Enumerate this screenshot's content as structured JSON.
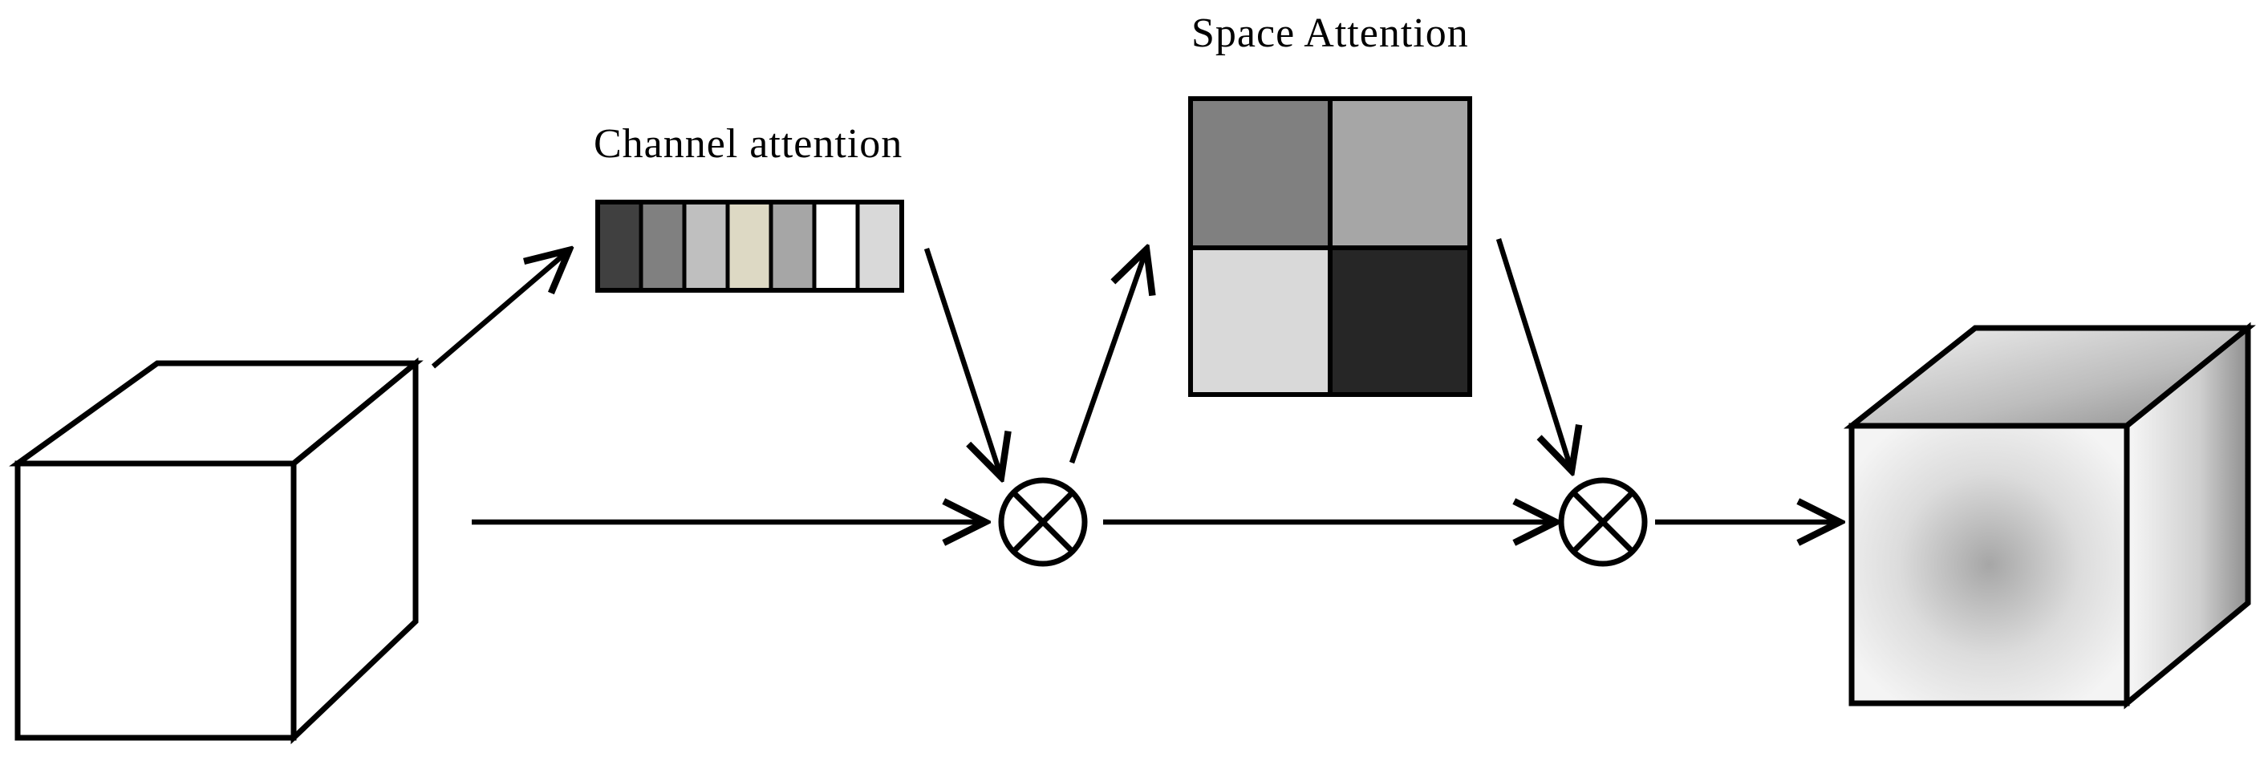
{
  "labels": {
    "channel_attention": "Channel attention",
    "space_attention": "Space Attention"
  },
  "channel_attention_colors": [
    "#404040",
    "#808080",
    "#bfbfbf",
    "#ddd9c4",
    "#a6a6a6",
    "#ffffff",
    "#d9d9d9"
  ],
  "space_attention_colors": [
    "#808080",
    "#a6a6a6",
    "#d9d9d9",
    "#262626"
  ],
  "operator_symbol": "⊗",
  "output_cube_shading": "radial-gradient"
}
